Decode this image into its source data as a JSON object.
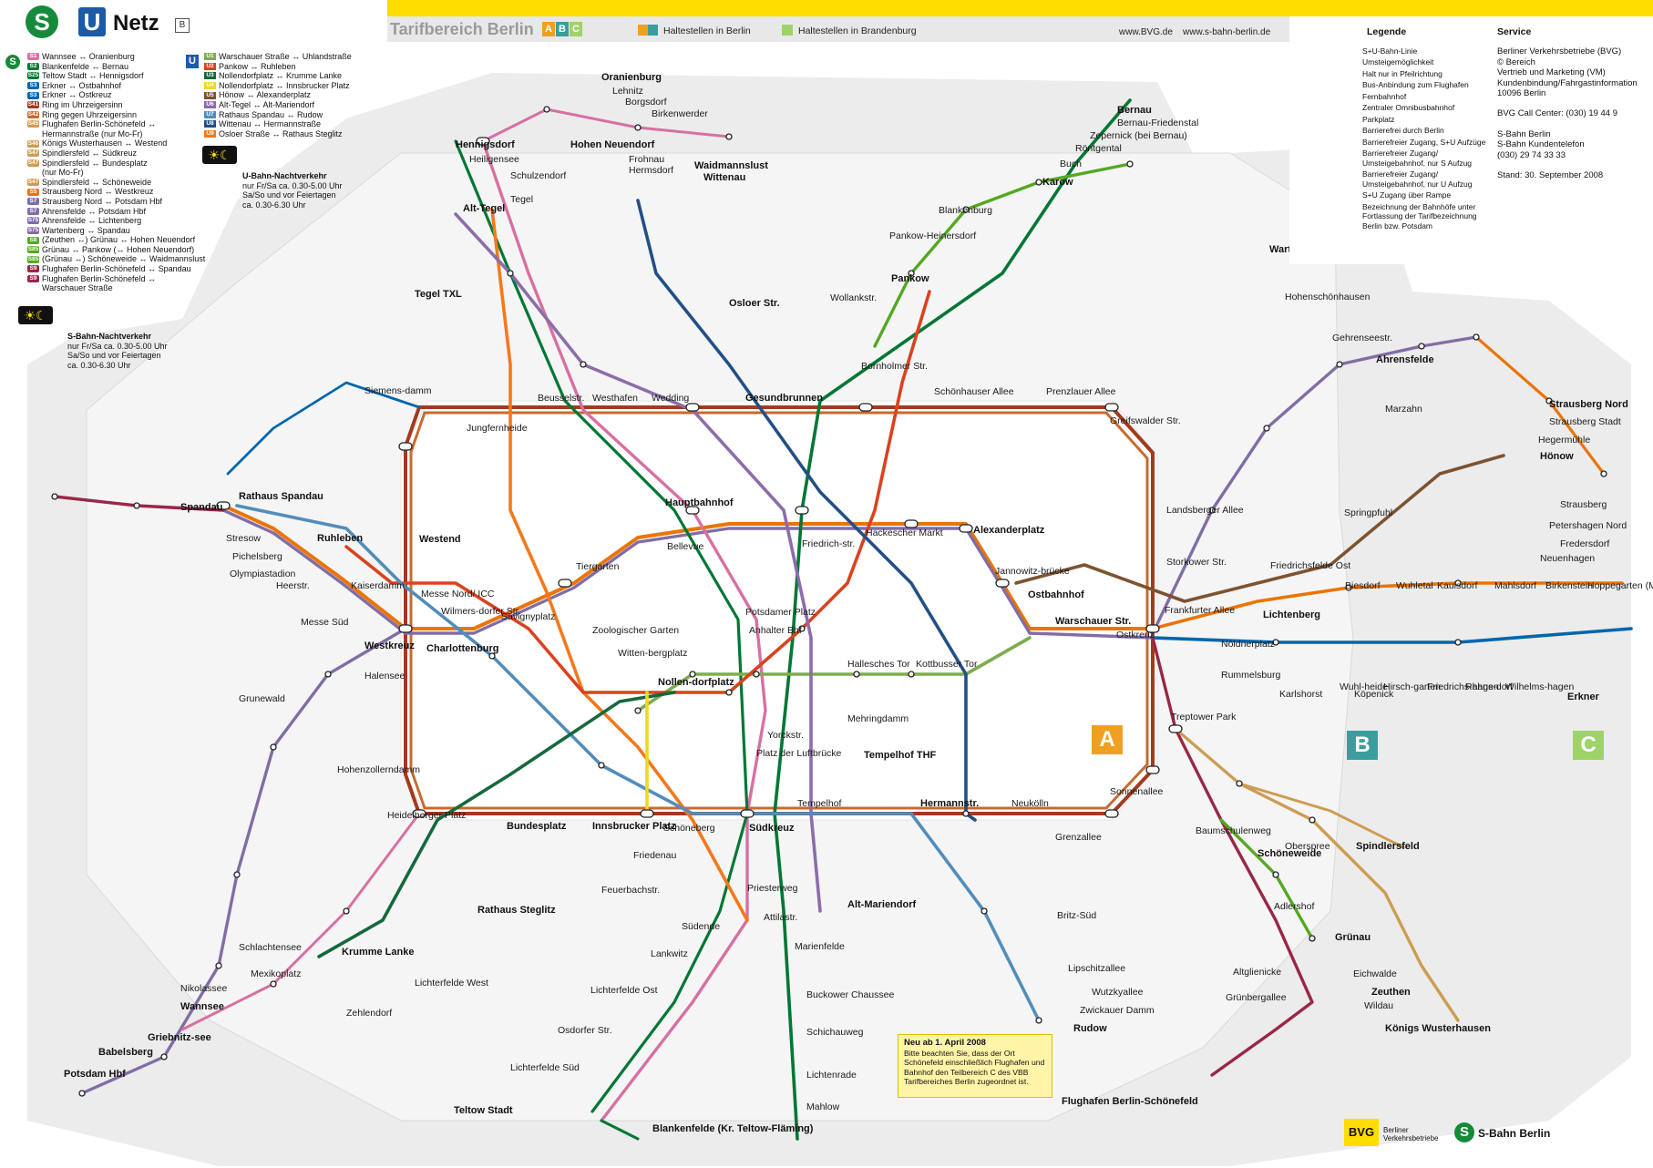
{
  "header": {
    "title": "Netz",
    "title_zone": "B",
    "s_logo": "S",
    "u_logo": "U",
    "tarif_title": "Tarifbereich Berlin",
    "tarif_zones": [
      "A",
      "B",
      "C"
    ],
    "zone_ab_label": "Haltestellen in Berlin",
    "zone_c_label": "Haltestellen in Brandenburg",
    "websites": "www.BVG.de    www.s-bahn-berlin.de"
  },
  "colors": {
    "yellow": "#ffdd00",
    "s_green": "#158a3a",
    "u_blue": "#1b5ba8",
    "ring": "#a0522d",
    "s1": "#d770a2",
    "s2": "#007734",
    "s3": "#0066ad",
    "s5": "#eb7405",
    "s7": "#816da6",
    "s9": "#992746",
    "u1": "#7dad4c",
    "u2": "#da421e",
    "u5": "#7e5330",
    "u6": "#8c6dab",
    "u7": "#528dba",
    "u8": "#224f86",
    "u9": "#f3791d",
    "c_zone": "#9ed36a",
    "ab_zone": "#f0a020"
  },
  "legend_s": [
    {
      "line": "S1",
      "color": "#d770a2",
      "text": "Wannsee ↔ Oranienburg"
    },
    {
      "line": "S2",
      "color": "#007734",
      "text": "Blankenfelde ↔ Bernau"
    },
    {
      "line": "S25",
      "color": "#007734",
      "text": "Teltow Stadt ↔ Hennigsdorf"
    },
    {
      "line": "S3",
      "color": "#0066ad",
      "text": "Erkner ↔ Ostbahnhof"
    },
    {
      "line": "S3",
      "color": "#0066ad",
      "text": "Erkner ↔ Ostkreuz"
    },
    {
      "line": "S41",
      "color": "#a23b1e",
      "text": "Ring im Uhrzeigersinn"
    },
    {
      "line": "S42",
      "color": "#c86a2e",
      "text": "Ring gegen Uhrzeigersinn"
    },
    {
      "line": "S45",
      "color": "#cd9c53",
      "text": "Flughafen Berlin-Schönefeld ↔"
    },
    {
      "line": "",
      "color": "",
      "text": "Hermannstraße (nur Mo-Fr)"
    },
    {
      "line": "S46",
      "color": "#cd9c53",
      "text": "Königs Wusterhausen ↔ Westend"
    },
    {
      "line": "S47",
      "color": "#cd9c53",
      "text": "Spindlersfeld ↔ Südkreuz"
    },
    {
      "line": "S47",
      "color": "#cd9c53",
      "text": "Spindlersfeld ↔ Bundesplatz"
    },
    {
      "line": "",
      "color": "",
      "text": "(nur Mo-Fr)"
    },
    {
      "line": "S47",
      "color": "#cd9c53",
      "text": "Spindlersfeld ↔ Schöneweide"
    },
    {
      "line": "S5",
      "color": "#eb7405",
      "text": "Strausberg Nord ↔ Westkreuz"
    },
    {
      "line": "S7",
      "color": "#816da6",
      "text": "Strausberg Nord ↔ Potsdam Hbf"
    },
    {
      "line": "S7",
      "color": "#816da6",
      "text": "Ahrensfelde ↔ Potsdam Hbf"
    },
    {
      "line": "S75",
      "color": "#816da6",
      "text": "Ahrensfelde ↔ Lichtenberg"
    },
    {
      "line": "S75",
      "color": "#816da6",
      "text": "Wartenberg ↔ Spandau"
    },
    {
      "line": "S8",
      "color": "#55a822",
      "text": "(Zeuthen ↔) Grünau ↔ Hohen Neuendorf"
    },
    {
      "line": "S85",
      "color": "#55a822",
      "text": "Grünau ↔ Pankow (↔ Hohen Neuendorf)"
    },
    {
      "line": "S85",
      "color": "#55a822",
      "text": "(Grünau ↔) Schöneweide ↔ Waidmannslust"
    },
    {
      "line": "S9",
      "color": "#992746",
      "text": "Flughafen Berlin-Schönefeld ↔ Spandau"
    },
    {
      "line": "S9",
      "color": "#992746",
      "text": "Flughafen Berlin-Schönefeld ↔"
    },
    {
      "line": "",
      "color": "",
      "text": "Warschauer Straße"
    }
  ],
  "legend_u": [
    {
      "line": "U1",
      "color": "#7dad4c",
      "text": "Warschauer Straße ↔ Uhlandstraße"
    },
    {
      "line": "U2",
      "color": "#da421e",
      "text": "Pankow ↔ Ruhleben"
    },
    {
      "line": "U3",
      "color": "#16683d",
      "text": "Nollendorfplatz ↔ Krumme Lanke"
    },
    {
      "line": "U4",
      "color": "#f0d722",
      "text": "Nollendorfplatz ↔ Innsbrucker Platz"
    },
    {
      "line": "U5",
      "color": "#7e5330",
      "text": "Hönow ↔ Alexanderplatz"
    },
    {
      "line": "U6",
      "color": "#8c6dab",
      "text": "Alt-Tegel ↔ Alt-Mariendorf"
    },
    {
      "line": "U7",
      "color": "#528dba",
      "text": "Rathaus Spandau ↔ Rudow"
    },
    {
      "line": "U8",
      "color": "#224f86",
      "text": "Wittenau ↔ Hermannstraße"
    },
    {
      "line": "U9",
      "color": "#f3791d",
      "text": "Osloer Straße ↔ Rathaus Steglitz"
    }
  ],
  "night_u": {
    "title": "U-Bahn-Nachtverkehr",
    "text": "nur Fr/Sa ca. 0.30-5.00 Uhr",
    "text2": "Sa/So und vor Feiertagen",
    "text3": "ca. 0.30-6.30 Uhr"
  },
  "night_s": {
    "title": "S-Bahn-Nachtverkehr",
    "text": "nur Fr/Sa ca. 0.30-5.00 Uhr",
    "text2": "Sa/So und vor Feiertagen",
    "text3": "ca. 0.30-6.30 Uhr"
  },
  "legend_right": {
    "title": "Legende",
    "items": [
      "S+U-Bahn-Linie",
      "Umsteigemöglichkeit",
      "Halt nur in Pfeilrichtung",
      "Bus-Anbindung zum Flughafen",
      "Fernbahnhof",
      "Zentraler Omnibusbahnhof",
      "Parkplatz",
      "Barrierefrei durch Berlin",
      "Barrierefreier Zugang, S+U Aufzüge",
      "Barrierefreier Zugang/ Umsteigebahnhof, nur S Aufzug",
      "Barrierefreier Zugang/ Umsteigebahnhof, nur U Aufzug",
      "S+U Zugang über Rampe",
      "Bezeichnung der Bahnhöfe unter Fortlassung der Tarifbezeichnung Berlin bzw. Potsdam"
    ]
  },
  "service": {
    "title": "Service",
    "lines": [
      "Berliner Verkehrsbetriebe (BVG)",
      "© Bereich",
      "Vertrieb und Marketing (VM)",
      "Kundenbindung/Fahrgastinformation",
      "10096 Berlin",
      "",
      "BVG Call Center: (030) 19 44 9",
      "",
      "S-Bahn Berlin",
      "S-Bahn Kundentelefon",
      "(030) 29 74 33 33",
      "",
      "Stand: 30. September 2008"
    ]
  },
  "notice": {
    "title": "Neu ab 1. April 2008",
    "text": "Bitte beachten Sie, dass der Ort Schönefeld einschließlich Flughafen und Bahnhof den Teilbereich C des VBB Tarifbereiches Berlin zugeordnet ist."
  },
  "zone_labels": {
    "a": "A",
    "b": "B",
    "c": "C"
  },
  "footer": {
    "bvg": "BVG",
    "bvg_sub": "Berliner Verkehrsbetriebe",
    "sbahn": "S-Bahn Berlin"
  },
  "stations": {
    "spandau": "Spandau",
    "rathaus_spandau": "Rathaus Spandau",
    "westkreuz": "Westkreuz",
    "charlottenburg": "Charlottenburg",
    "westend": "Westend",
    "jungfernheide": "Jungfernheide",
    "beusselstr": "Beusselstr.",
    "westhafen": "Westhafen",
    "wedding": "Wedding",
    "gesundbrunnen": "Gesundbrunnen",
    "schoenhauser_allee": "Schönhauser Allee",
    "prenzlauer_allee": "Prenzlauer Allee",
    "greifswalder_str": "Greifswalder Str.",
    "landsberger_allee": "Landsberger Allee",
    "storkower_str": "Storkower Str.",
    "frankfurter_allee": "Frankfurter Allee",
    "ostkreuz": "Ostkreuz",
    "treptower_park": "Treptower Park",
    "sonnenallee": "Sonnenallee",
    "neukoelln": "Neukölln",
    "hermannstr": "Hermannstr.",
    "tempelhof": "Tempelhof",
    "suedkreuz": "Südkreuz",
    "schoeneberg": "Schöneberg",
    "innsbrucker_platz": "Innsbrucker Platz",
    "bundesplatz": "Bundesplatz",
    "heidelberger_platz": "Heidelberger Platz",
    "hohenzollerndamm": "Hohenzollerndamm",
    "halensee": "Halensee",
    "messe_nord": "Messe Nord/ ICC",
    "hauptbahnhof": "Hauptbahnhof",
    "friedrichstr": "Friedrich-str.",
    "alexanderplatz": "Alexanderplatz",
    "ostbahnhof": "Ostbahnhof",
    "warschauer_str": "Warschauer Str.",
    "jannowitzbruecke": "Jannowitz-brücke",
    "hackescher_markt": "Hackescher Markt",
    "bellevue": "Bellevue",
    "tiergarten": "Tiergarten",
    "zoologischer_garten": "Zoologischer Garten",
    "savignyplatz": "Savignyplatz",
    "potsdamer_platz": "Potsdamer Platz",
    "anhalter_bhf": "Anhalter Bhf",
    "yorckstr": "Yorckstr.",
    "nollendorfplatz": "Nollen-dorfplatz",
    "wittenbergplatz": "Witten-bergplatz",
    "kottbusser_tor": "Kottbusser Tor",
    "hallesches_tor": "Hallesches Tor",
    "mehringdamm": "Mehringdamm",
    "platz_der_luftbruecke": "Platz der Luftbrücke",
    "rathaus_steglitz": "Rathaus Steglitz",
    "krumme_lanke": "Krumme Lanke",
    "wannsee": "Wannsee",
    "nikolassee": "Nikolassee",
    "potsdam_hbf": "Potsdam Hbf",
    "babelsberg": "Babelsberg",
    "griebnitzsee": "Griebnitz-see",
    "teltow_stadt": "Teltow Stadt",
    "lichterfelde_ost": "Lichterfelde Ost",
    "lichterfelde_sued": "Lichterfelde Süd",
    "lichterfelde_west": "Lichterfelde West",
    "zehlendorf": "Zehlendorf",
    "mexikoplatz": "Mexikoplatz",
    "schlachtensee": "Schlachtensee",
    "grunewald": "Grunewald",
    "olympiastadion": "Olympiastadion",
    "pichelsberg": "Pichelsberg",
    "stresow": "Stresow",
    "heerstr": "Heerstr.",
    "messe_sued": "Messe Süd",
    "ruhleben": "Ruhleben",
    "alt_tegel": "Alt-Tegel",
    "tegel": "Tegel",
    "hennigsdorf": "Hennigsdorf",
    "heiligensee": "Heiligensee",
    "schulzendorf": "Schulzendorf",
    "oranienburg": "Oranienburg",
    "lehnitz": "Lehnitz",
    "borgsdorf": "Borgsdorf",
    "birkenwerder": "Birkenwerder",
    "hohen_neuendorf": "Hohen Neuendorf",
    "frohnau": "Frohnau",
    "hermsdorf": "Hermsdorf",
    "waidmannslust": "Waidmannslust",
    "wittenau": "Wittenau",
    "bernau": "Bernau",
    "bernau_friedenstal": "Bernau-Friedenstal",
    "zepernick": "Zepernick (bei Bernau)",
    "roentgental": "Röntgental",
    "buch": "Buch",
    "karow": "Karow",
    "blankenburg": "Blankenburg",
    "pankow": "Pankow",
    "pankow_heinersdorf": "Pankow-Heinersdorf",
    "wollankstr": "Wollankstr.",
    "bornholmer_str": "Bornholmer Str.",
    "osloer_str": "Osloer Str.",
    "wartenberg": "Wartenberg",
    "hohenschoenhausen": "Hohenschönhausen",
    "gehrenseestr": "Gehrenseestr.",
    "ahrensfelde": "Ahrensfelde",
    "marzahn": "Marzahn",
    "springpfuhl": "Springpfuhl",
    "friedrichsfelde_ost": "Friedrichsfelde Ost",
    "lichtenberg": "Lichtenberg",
    "strausberg_nord": "Strausberg Nord",
    "strausberg_stadt": "Strausberg Stadt",
    "hegermuehle": "Hegermühle",
    "strausberg": "Strausberg",
    "petershagen_nord": "Petershagen Nord",
    "fredersdorf": "Fredersdorf",
    "neuenhagen": "Neuenhagen",
    "hoppegarten": "Hoppegarten (Mark)",
    "birkenstein": "Birkenstein",
    "mahlsdorf": "Mahlsdorf",
    "kaulsdorf": "Kaulsdorf",
    "wuhletal": "Wuhletal",
    "biesdorf": "Biesdorf",
    "hoenow": "Hönow",
    "erkner": "Erkner",
    "wilhelmshagen": "Wilhelms-hagen",
    "rahnsdorf": "Rahns-dorf",
    "friedrichshagen": "Friedrichs-hagen",
    "hirschgarten": "Hirsch-garten",
    "koepenick": "Köpenick",
    "wuhlheide": "Wuhl-heide",
    "karlshorst": "Karlshorst",
    "rummelsburg": "Rummelsburg",
    "noeldnerplatz": "Nöldnerplatz",
    "baumschulenweg": "Baumschulenweg",
    "schoeneweide": "Schöneweide",
    "oberspree": "Oberspree",
    "spindlersfeld": "Spindlersfeld",
    "adlershof": "Adlershof",
    "gruenau": "Grünau",
    "eichwalde": "Eichwalde",
    "zeuthen": "Zeuthen",
    "wildau": "Wildau",
    "koenigs_wusterhausen": "Königs Wusterhausen",
    "altglienicke": "Altglienicke",
    "gruenbergallee": "Grünbergallee",
    "schoenefeld": "Flughafen Berlin-Schönefeld",
    "rudow": "Rudow",
    "zwickauer_damm": "Zwickauer Damm",
    "wutzkyallee": "Wutzkyallee",
    "lipschitzallee": "Lipschitzallee",
    "britz_sued": "Britz-Süd",
    "grenzallee": "Grenzallee",
    "blankenfelde": "Blankenfelde (Kr. Teltow-Fläming)",
    "mahlow": "Mahlow",
    "lichtenrade": "Lichtenrade",
    "schichauweg": "Schichauweg",
    "buckower_chaussee": "Buckower Chaussee",
    "marienfelde": "Marienfelde",
    "attilastr": "Attilastr.",
    "priesterweg": "Priesterweg",
    "alt_mariendorf": "Alt-Mariendorf",
    "suedende": "Südende",
    "lankwitz": "Lankwitz",
    "osdorfer_str": "Osdorfer Str.",
    "feuerbachstr": "Feuerbachstr.",
    "friedenau": "Friedenau",
    "wilmersdorfer_str": "Wilmers-dorfer Str.",
    "kaiserdamm": "Kaiserdamm",
    "siemensdamm": "Siemens-damm",
    "tempelhof_thf": "Tempelhof THF",
    "tegel_txl": "Tegel TXL"
  }
}
